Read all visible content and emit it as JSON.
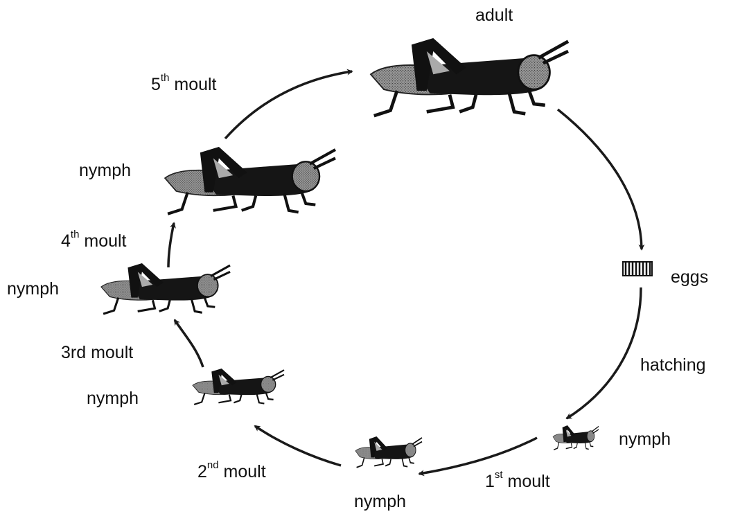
{
  "diagram": {
    "stages": {
      "adult": "adult",
      "eggs": "eggs",
      "hatching": "hatching",
      "nymph_1": "nymph",
      "moult_1": {
        "num": "1",
        "sup": "st",
        "text": "moult"
      },
      "nymph_2": "nymph",
      "moult_2": {
        "num": "2",
        "sup": "nd",
        "text": "moult"
      },
      "nymph_3": "nymph",
      "moult_3": "3rd moult",
      "nymph_4": "nymph",
      "moult_4": {
        "num": "4",
        "sup": "th",
        "text": "moult"
      },
      "nymph_5": "nymph",
      "moult_5": {
        "num": "5",
        "sup": "th",
        "text": "moult"
      }
    },
    "colors": {
      "ink": "#111111",
      "stroke": "#1a1a1a",
      "body": "#151515",
      "wing": "#8a8a8a",
      "head_spot": "#9a9a9a"
    }
  }
}
